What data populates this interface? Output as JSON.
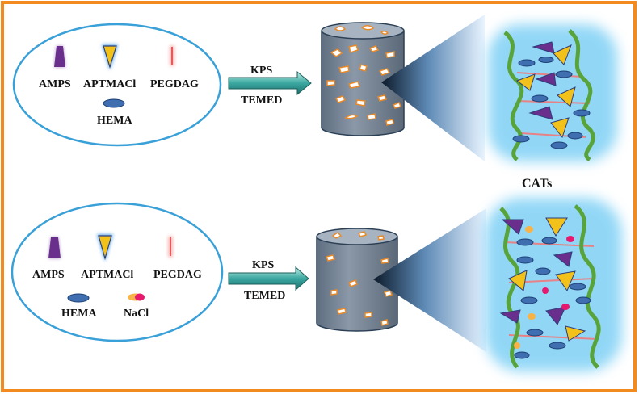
{
  "top_panel": {
    "reagents": {
      "amps": "AMPS",
      "aptmacl": "APTMACl",
      "pegdag": "PEGDAG",
      "hema": "HEMA"
    },
    "initiator": "KPS",
    "catalyst": "TEMED"
  },
  "bottom_panel": {
    "reagents": {
      "amps": "AMPS",
      "aptmacl": "APTMACl",
      "pegdag": "PEGDAG",
      "hema": "HEMA",
      "nacl": "NaCl"
    },
    "initiator": "KPS",
    "catalyst": "TEMED"
  },
  "center_label": "CATs",
  "colors": {
    "frame": "#f28a1f",
    "ellipse": "#3aa0d8",
    "amps": "#6a2f8c",
    "aptmacl": "#f2c21b",
    "pegdag": "#f07a7a",
    "hema": "#3f6fb0",
    "nacl": "#e8186e",
    "chain": "#58a43a",
    "arrow": "#2b8f8c",
    "cylinder": "#6d7b8c",
    "glow": "#7fd0f5"
  }
}
